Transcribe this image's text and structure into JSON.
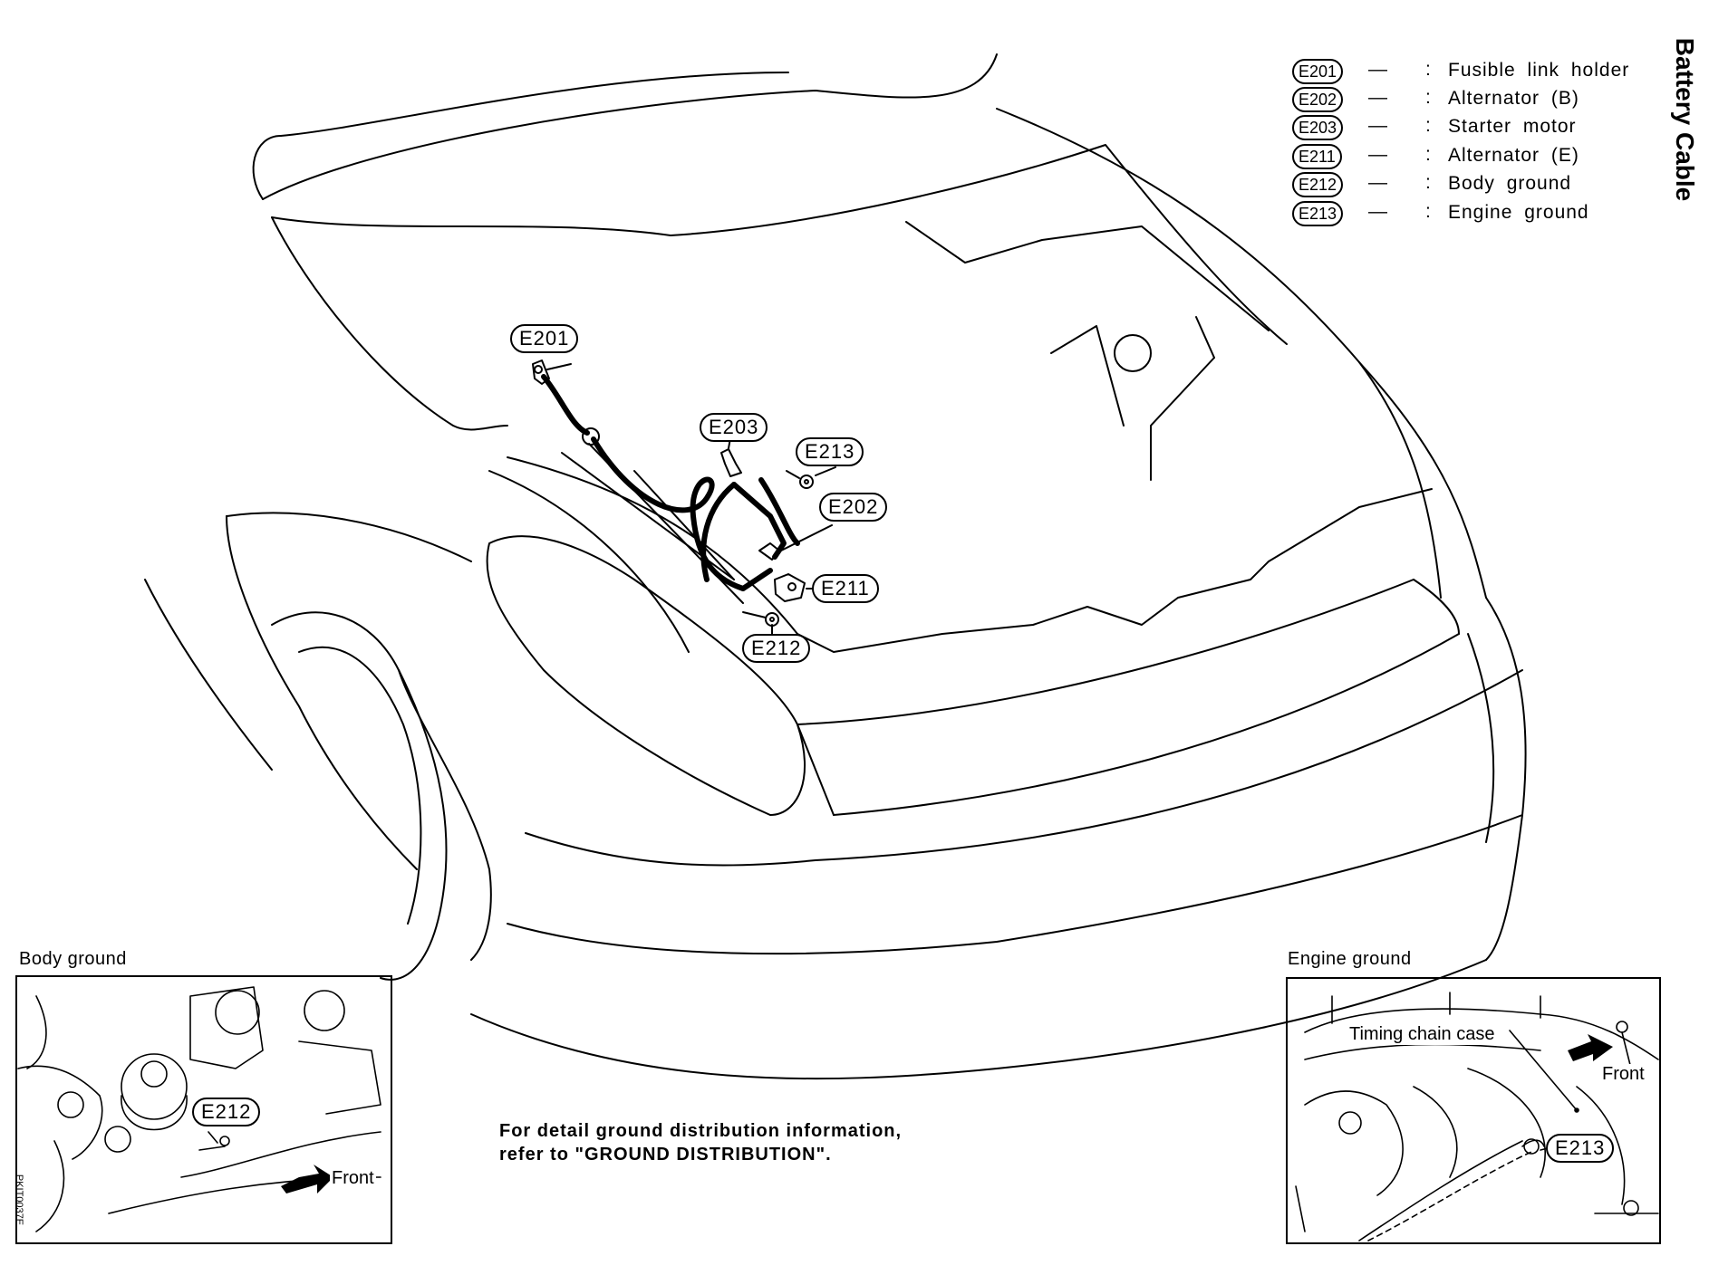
{
  "page_title": "Battery Cable",
  "legend": [
    {
      "code": "E201",
      "dash": "—",
      "colon": ":",
      "desc": "Fusible link holder"
    },
    {
      "code": "E202",
      "dash": "—",
      "colon": ":",
      "desc": "Alternator (B)"
    },
    {
      "code": "E203",
      "dash": "—",
      "colon": ":",
      "desc": "Starter motor"
    },
    {
      "code": "E211",
      "dash": "—",
      "colon": ":",
      "desc": "Alternator (E)"
    },
    {
      "code": "E212",
      "dash": "—",
      "colon": ":",
      "desc": "Body ground"
    },
    {
      "code": "E213",
      "dash": "—",
      "colon": ":",
      "desc": "Engine ground"
    }
  ],
  "callouts": {
    "e201": "E201",
    "e202": "E202",
    "e203": "E203",
    "e211": "E211",
    "e212": "E212",
    "e213": "E213"
  },
  "body_ground_inset": {
    "title": "Body ground",
    "connector": "E212",
    "direction": "Front"
  },
  "engine_ground_inset": {
    "title": "Engine ground",
    "connector": "E213",
    "direction": "Front",
    "component": "Timing chain case"
  },
  "note": {
    "line1": "For detail ground distribution information,",
    "line2": "refer to \"GROUND DISTRIBUTION\"."
  },
  "figure_code": "PKIT0037E"
}
